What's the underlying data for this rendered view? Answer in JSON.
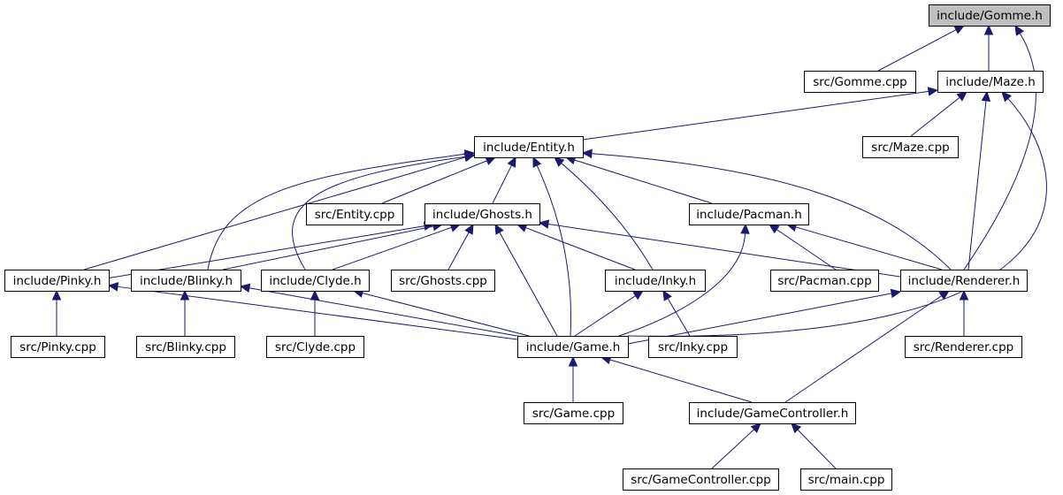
{
  "colors": {
    "node_fill": "#ffffff",
    "root_fill": "#bfbfbf",
    "node_border": "#000000",
    "edge": "#191970"
  },
  "nodes": {
    "gomme_h": "include/Gomme.h",
    "gomme_cpp": "src/Gomme.cpp",
    "maze_h": "include/Maze.h",
    "maze_cpp": "src/Maze.cpp",
    "entity_h": "include/Entity.h",
    "entity_cpp": "src/Entity.cpp",
    "ghosts_h": "include/Ghosts.h",
    "pacman_h": "include/Pacman.h",
    "pinky_h": "include/Pinky.h",
    "blinky_h": "include/Blinky.h",
    "clyde_h": "include/Clyde.h",
    "ghosts_cpp": "src/Ghosts.cpp",
    "inky_h": "include/Inky.h",
    "pacman_cpp": "src/Pacman.cpp",
    "renderer_h": "include/Renderer.h",
    "pinky_cpp": "src/Pinky.cpp",
    "blinky_cpp": "src/Blinky.cpp",
    "clyde_cpp": "src/Clyde.cpp",
    "game_h": "include/Game.h",
    "inky_cpp": "src/Inky.cpp",
    "renderer_cpp": "src/Renderer.cpp",
    "game_cpp": "src/Game.cpp",
    "gamecontroller_h": "include/GameController.h",
    "gamecontroller_cpp": "src/GameController.cpp",
    "main_cpp": "src/main.cpp"
  },
  "root": "gomme_h",
  "edges": [
    [
      "gomme_h",
      "gomme_cpp"
    ],
    [
      "gomme_h",
      "maze_h"
    ],
    [
      "gomme_h",
      "renderer_h"
    ],
    [
      "maze_h",
      "entity_h"
    ],
    [
      "maze_h",
      "maze_cpp"
    ],
    [
      "maze_h",
      "renderer_h"
    ],
    [
      "maze_h",
      "game_h"
    ],
    [
      "entity_h",
      "entity_cpp"
    ],
    [
      "entity_h",
      "ghosts_h"
    ],
    [
      "entity_h",
      "pacman_h"
    ],
    [
      "entity_h",
      "pinky_h"
    ],
    [
      "entity_h",
      "blinky_h"
    ],
    [
      "entity_h",
      "clyde_h"
    ],
    [
      "entity_h",
      "inky_h"
    ],
    [
      "entity_h",
      "game_h"
    ],
    [
      "entity_h",
      "renderer_h"
    ],
    [
      "ghosts_h",
      "pinky_h"
    ],
    [
      "ghosts_h",
      "blinky_h"
    ],
    [
      "ghosts_h",
      "clyde_h"
    ],
    [
      "ghosts_h",
      "ghosts_cpp"
    ],
    [
      "ghosts_h",
      "inky_h"
    ],
    [
      "ghosts_h",
      "game_h"
    ],
    [
      "ghosts_h",
      "renderer_h"
    ],
    [
      "pacman_h",
      "pacman_cpp"
    ],
    [
      "pacman_h",
      "renderer_h"
    ],
    [
      "pacman_h",
      "game_h"
    ],
    [
      "pinky_h",
      "pinky_cpp"
    ],
    [
      "pinky_h",
      "game_h"
    ],
    [
      "blinky_h",
      "blinky_cpp"
    ],
    [
      "blinky_h",
      "game_h"
    ],
    [
      "clyde_h",
      "clyde_cpp"
    ],
    [
      "clyde_h",
      "game_h"
    ],
    [
      "inky_h",
      "inky_cpp"
    ],
    [
      "inky_h",
      "game_h"
    ],
    [
      "renderer_h",
      "game_h"
    ],
    [
      "renderer_h",
      "renderer_cpp"
    ],
    [
      "renderer_h",
      "gamecontroller_h"
    ],
    [
      "game_h",
      "game_cpp"
    ],
    [
      "game_h",
      "gamecontroller_h"
    ],
    [
      "gamecontroller_h",
      "gamecontroller_cpp"
    ],
    [
      "gamecontroller_h",
      "main_cpp"
    ]
  ]
}
